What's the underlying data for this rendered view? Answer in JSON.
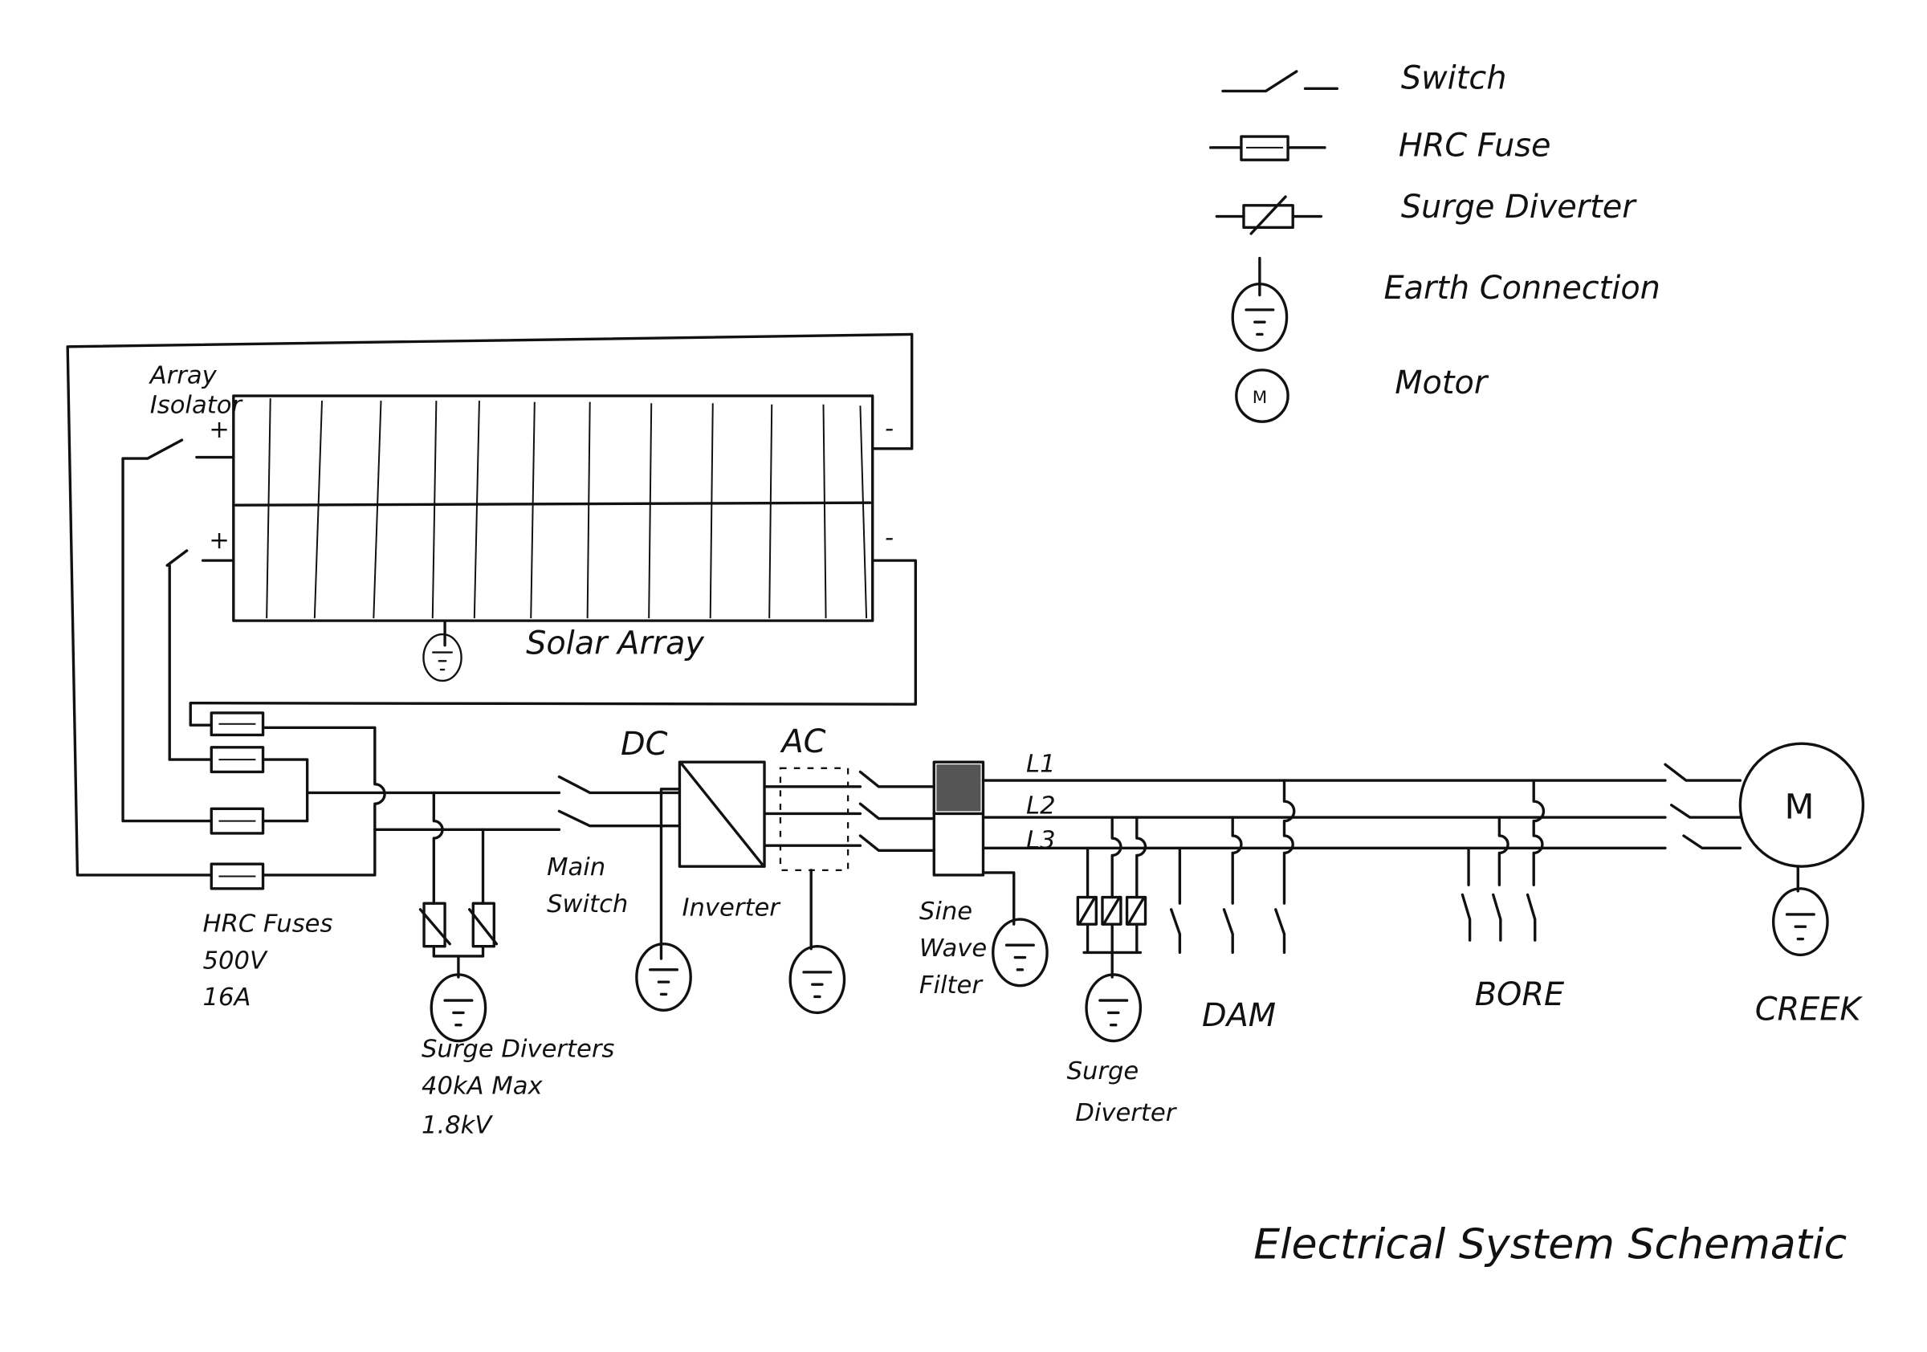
{
  "legend": {
    "switch": "Switch",
    "fuse": "HRC Fuse",
    "surge_diverter": "Surge Diverter",
    "earth": "Earth Connection",
    "motor": "Motor",
    "motor_symbol": "M"
  },
  "labels": {
    "array_isolator_1": "Array",
    "array_isolator_2": "Isolator",
    "plus": "+",
    "minus": "-",
    "solar_array": "Solar Array",
    "hrc_fuses_1": "HRC Fuses",
    "hrc_fuses_2": "500V",
    "hrc_fuses_3": "16A",
    "surge_div_1": "Surge Diverters",
    "surge_div_2": "40kA Max",
    "surge_div_3": "1.8kV",
    "dc": "DC",
    "ac": "AC",
    "main_switch_1": "Main",
    "main_switch_2": "Switch",
    "inverter": "Inverter",
    "filter_1": "Sine",
    "filter_2": "Wave",
    "filter_3": "Filter",
    "l1": "L1",
    "l2": "L2",
    "l3": "L3",
    "surge_div_ac_1": "Surge",
    "surge_div_ac_2": "Diverter",
    "dam": "DAM",
    "bore": "BORE",
    "creek": "CREEK",
    "motor_symbol": "M"
  },
  "title": "Electrical System Schematic"
}
